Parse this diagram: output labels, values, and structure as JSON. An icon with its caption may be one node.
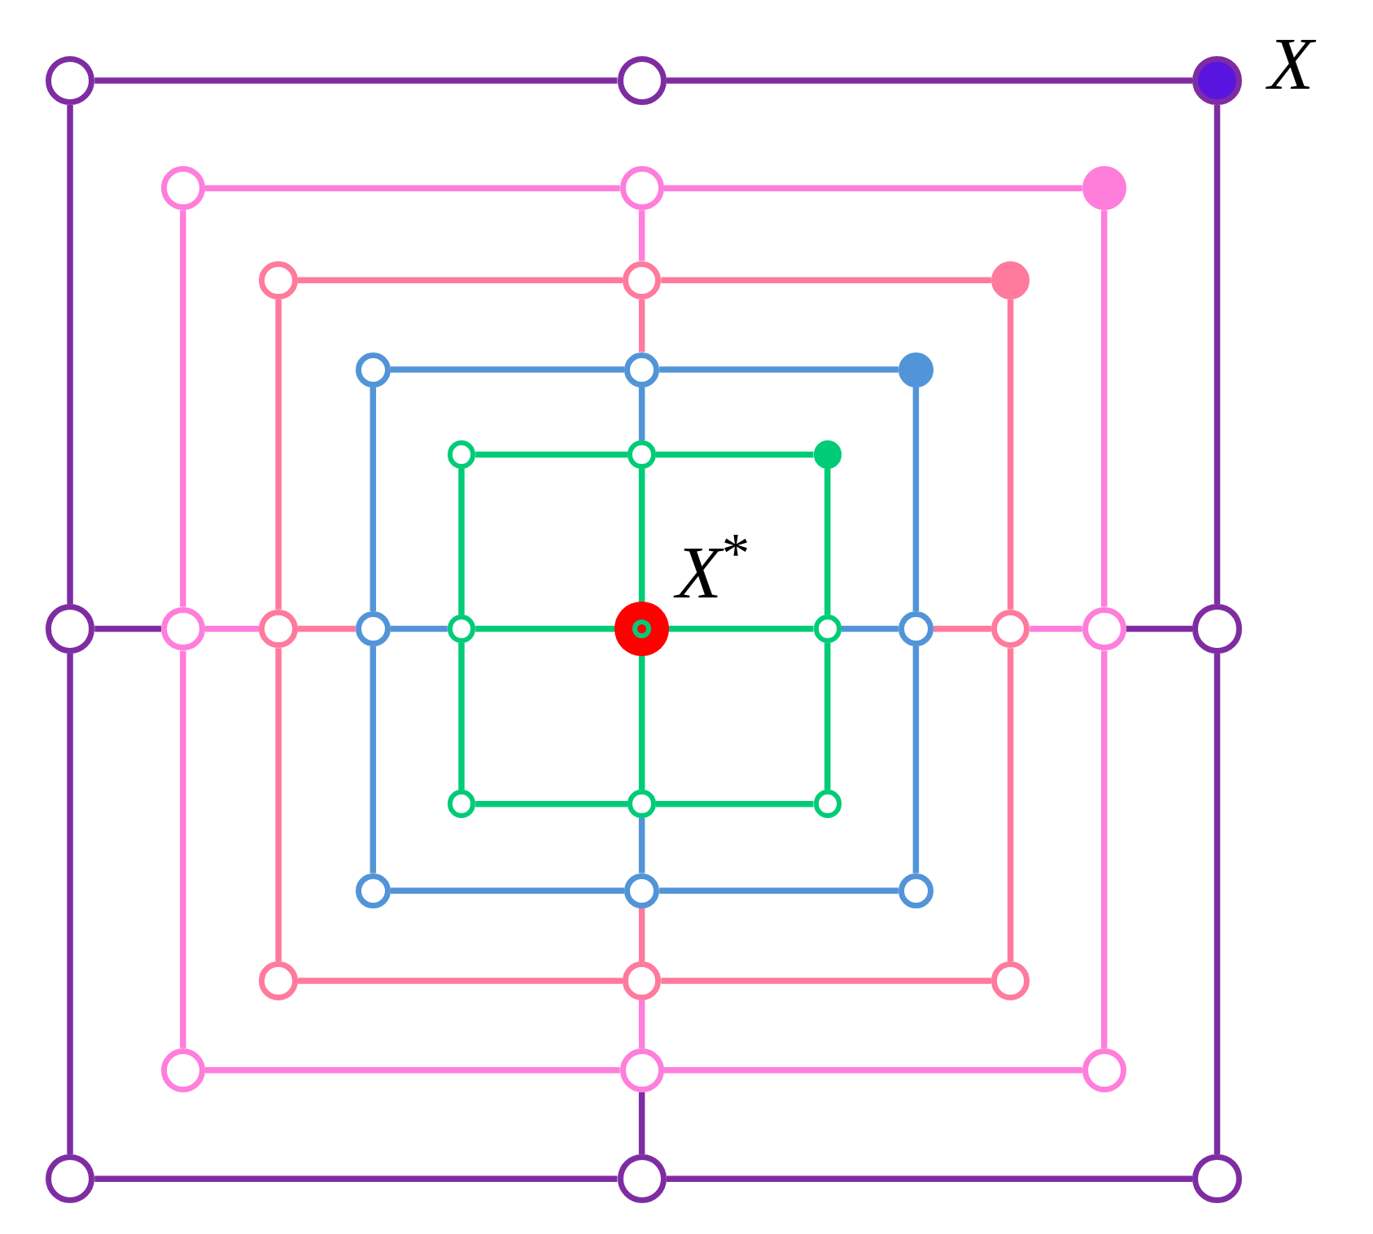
{
  "diagram": {
    "nodes": [
      {
        "text": [],
        "shape": "circle"
      },
      {
        "text": [],
        "shape": "circle"
      },
      {
        "text": [],
        "shape": "circle",
        "beside": [
          "X"
        ]
      },
      {
        "text": [],
        "shape": "circle"
      },
      {
        "text": [],
        "shape": "circle"
      },
      {
        "text": [],
        "shape": "circle"
      },
      {
        "text": [],
        "shape": "circle"
      },
      {
        "text": [],
        "shape": "circle"
      },
      {
        "text": [],
        "shape": "circle"
      },
      {
        "text": [],
        "shape": "circle"
      },
      {
        "text": [],
        "shape": "circle"
      },
      {
        "text": [],
        "shape": "circle"
      },
      {
        "text": [],
        "shape": "circle"
      },
      {
        "text": [],
        "shape": "circle"
      },
      {
        "text": [],
        "shape": "circle"
      },
      {
        "text": [],
        "shape": "circle"
      },
      {
        "text": [],
        "shape": "circle"
      },
      {
        "text": [],
        "shape": "circle"
      },
      {
        "text": [],
        "shape": "circle"
      },
      {
        "text": [],
        "shape": "circle"
      },
      {
        "text": [],
        "shape": "circle",
        "beside": [
          "X$^{*}$"
        ]
      },
      {
        "text": [],
        "shape": "circle"
      },
      {
        "text": [],
        "shape": "circle"
      },
      {
        "text": [],
        "shape": "circle"
      },
      {
        "text": [],
        "shape": "circle"
      },
      {
        "text": [],
        "shape": "circle"
      },
      {
        "text": [],
        "shape": "circle"
      },
      {
        "text": [],
        "shape": "circle"
      },
      {
        "text": [],
        "shape": "circle"
      },
      {
        "text": [],
        "shape": "circle"
      },
      {
        "text": [],
        "shape": "circle"
      },
      {
        "text": [],
        "shape": "circle"
      },
      {
        "text": [],
        "shape": "circle"
      },
      {
        "text": [],
        "shape": "circle"
      },
      {
        "text": [],
        "shape": "circle"
      },
      {
        "text": [],
        "shape": "circle"
      },
      {
        "text": [],
        "shape": "circle"
      },
      {
        "text": [],
        "shape": "circle"
      },
      {
        "text": [],
        "shape": "circle"
      },
      {
        "text": [],
        "shape": "circle"
      },
      {
        "text": [],
        "shape": "circle"
      }
    ],
    "edges": [
      {
        "from": 0,
        "to": 1,
        "arrow": "none",
        "color": "#7f2ca3"
      },
      {
        "from": 1,
        "to": 2,
        "arrow": "none",
        "color": "#7f2ca3"
      },
      {
        "from": 0,
        "to": 15,
        "arrow": "none",
        "color": "#7f2ca3"
      },
      {
        "from": 15,
        "to": 38,
        "arrow": "none",
        "color": "#7f2ca3"
      },
      {
        "from": 2,
        "to": 25,
        "arrow": "none",
        "color": "#7f2ca3"
      },
      {
        "from": 25,
        "to": 40,
        "arrow": "none",
        "color": "#7f2ca3"
      },
      {
        "from": 38,
        "to": 39,
        "arrow": "none",
        "color": "#7f2ca3"
      },
      {
        "from": 39,
        "to": 40,
        "arrow": "none",
        "color": "#7f2ca3"
      },
      {
        "from": 3,
        "to": 4,
        "arrow": "none",
        "color": "#ff7ddb"
      },
      {
        "from": 4,
        "to": 5,
        "arrow": "none",
        "color": "#ff7ddb"
      },
      {
        "from": 3,
        "to": 16,
        "arrow": "none",
        "color": "#ff7ddb"
      },
      {
        "from": 16,
        "to": 35,
        "arrow": "none",
        "color": "#ff7ddb"
      },
      {
        "from": 5,
        "to": 24,
        "arrow": "none",
        "color": "#ff7ddb"
      },
      {
        "from": 24,
        "to": 37,
        "arrow": "none",
        "color": "#ff7ddb"
      },
      {
        "from": 35,
        "to": 36,
        "arrow": "none",
        "color": "#ff7ddb"
      },
      {
        "from": 36,
        "to": 37,
        "arrow": "none",
        "color": "#ff7ddb"
      },
      {
        "from": 6,
        "to": 7,
        "arrow": "none",
        "color": "#ff7a9c"
      },
      {
        "from": 7,
        "to": 8,
        "arrow": "none",
        "color": "#ff7a9c"
      },
      {
        "from": 6,
        "to": 17,
        "arrow": "none",
        "color": "#ff7a9c"
      },
      {
        "from": 17,
        "to": 32,
        "arrow": "none",
        "color": "#ff7a9c"
      },
      {
        "from": 8,
        "to": 23,
        "arrow": "none",
        "color": "#ff7a9c"
      },
      {
        "from": 23,
        "to": 34,
        "arrow": "none",
        "color": "#ff7a9c"
      },
      {
        "from": 32,
        "to": 33,
        "arrow": "none",
        "color": "#ff7a9c"
      },
      {
        "from": 33,
        "to": 34,
        "arrow": "none",
        "color": "#ff7a9c"
      },
      {
        "from": 9,
        "to": 10,
        "arrow": "none",
        "color": "#5294d8"
      },
      {
        "from": 10,
        "to": 11,
        "arrow": "none",
        "color": "#5294d8"
      },
      {
        "from": 9,
        "to": 18,
        "arrow": "none",
        "color": "#5294d8"
      },
      {
        "from": 18,
        "to": 29,
        "arrow": "none",
        "color": "#5294d8"
      },
      {
        "from": 11,
        "to": 22,
        "arrow": "none",
        "color": "#5294d8"
      },
      {
        "from": 22,
        "to": 31,
        "arrow": "none",
        "color": "#5294d8"
      },
      {
        "from": 29,
        "to": 30,
        "arrow": "none",
        "color": "#5294d8"
      },
      {
        "from": 30,
        "to": 31,
        "arrow": "none",
        "color": "#5294d8"
      },
      {
        "from": 12,
        "to": 13,
        "arrow": "none",
        "color": "#00cc77"
      },
      {
        "from": 13,
        "to": 14,
        "arrow": "none",
        "color": "#00cc77"
      },
      {
        "from": 12,
        "to": 19,
        "arrow": "none",
        "color": "#00cc77"
      },
      {
        "from": 19,
        "to": 26,
        "arrow": "none",
        "color": "#00cc77"
      },
      {
        "from": 14,
        "to": 21,
        "arrow": "none",
        "color": "#00cc77"
      },
      {
        "from": 21,
        "to": 28,
        "arrow": "none",
        "color": "#00cc77"
      },
      {
        "from": 26,
        "to": 27,
        "arrow": "none",
        "color": "#00cc77"
      },
      {
        "from": 27,
        "to": 28,
        "arrow": "none",
        "color": "#00cc77"
      },
      {
        "from": 4,
        "to": 7,
        "arrow": "none",
        "color": "#ff7ddb"
      },
      {
        "from": 7,
        "to": 10,
        "arrow": "none",
        "color": "#ff7a9c"
      },
      {
        "from": 10,
        "to": 13,
        "arrow": "none",
        "color": "#5294d8"
      },
      {
        "from": 13,
        "to": 20,
        "arrow": "none",
        "color": "#00cc77"
      },
      {
        "from": 20,
        "to": 27,
        "arrow": "none",
        "color": "#00cc77"
      },
      {
        "from": 27,
        "to": 30,
        "arrow": "none",
        "color": "#5294d8"
      },
      {
        "from": 30,
        "to": 33,
        "arrow": "none",
        "color": "#ff7a9c"
      },
      {
        "from": 33,
        "to": 36,
        "arrow": "none",
        "color": "#ff7ddb"
      },
      {
        "from": 36,
        "to": 39,
        "arrow": "none",
        "color": "#7f2ca3"
      },
      {
        "from": 15,
        "to": 16,
        "arrow": "none",
        "color": "#7f2ca3"
      },
      {
        "from": 16,
        "to": 17,
        "arrow": "none",
        "color": "#ff7ddb"
      },
      {
        "from": 17,
        "to": 18,
        "arrow": "none",
        "color": "#ff7a9c"
      },
      {
        "from": 18,
        "to": 19,
        "arrow": "none",
        "color": "#5294d8"
      },
      {
        "from": 19,
        "to": 20,
        "arrow": "none",
        "color": "#00cc77"
      },
      {
        "from": 20,
        "to": 21,
        "arrow": "none",
        "color": "#00cc77"
      },
      {
        "from": 21,
        "to": 22,
        "arrow": "none",
        "color": "#5294d8"
      },
      {
        "from": 22,
        "to": 23,
        "arrow": "none",
        "color": "#ff7a9c"
      },
      {
        "from": 23,
        "to": 24,
        "arrow": "none",
        "color": "#ff7ddb"
      },
      {
        "from": 24,
        "to": 25,
        "arrow": "none",
        "color": "#7f2ca3"
      }
    ]
  }
}
